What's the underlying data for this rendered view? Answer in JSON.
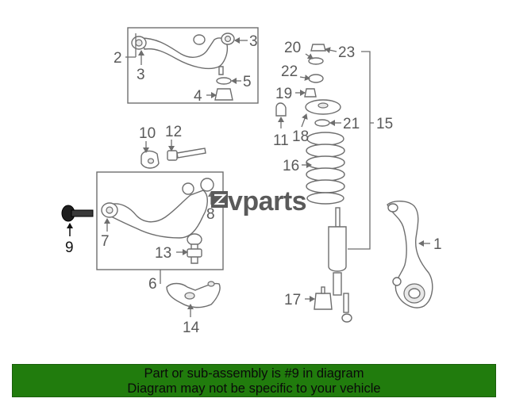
{
  "watermark": "vparts",
  "callouts": {
    "c1": "1",
    "c2": "2",
    "c3a": "3",
    "c3b": "3",
    "c4": "4",
    "c5": "5",
    "c6": "6",
    "c7": "7",
    "c8": "8",
    "c9": "9",
    "c10": "10",
    "c11": "11",
    "c12": "12",
    "c13": "13",
    "c14": "14",
    "c15": "15",
    "c16": "16",
    "c17": "17",
    "c18": "18",
    "c19": "19",
    "c20": "20",
    "c21": "21",
    "c22": "22",
    "c23": "23"
  },
  "highlighted_part": "9",
  "banner": {
    "line1": "Part or sub-assembly is #9 in diagram",
    "line2": "Diagram may not be specific to your vehicle",
    "background": "#217c0d"
  }
}
